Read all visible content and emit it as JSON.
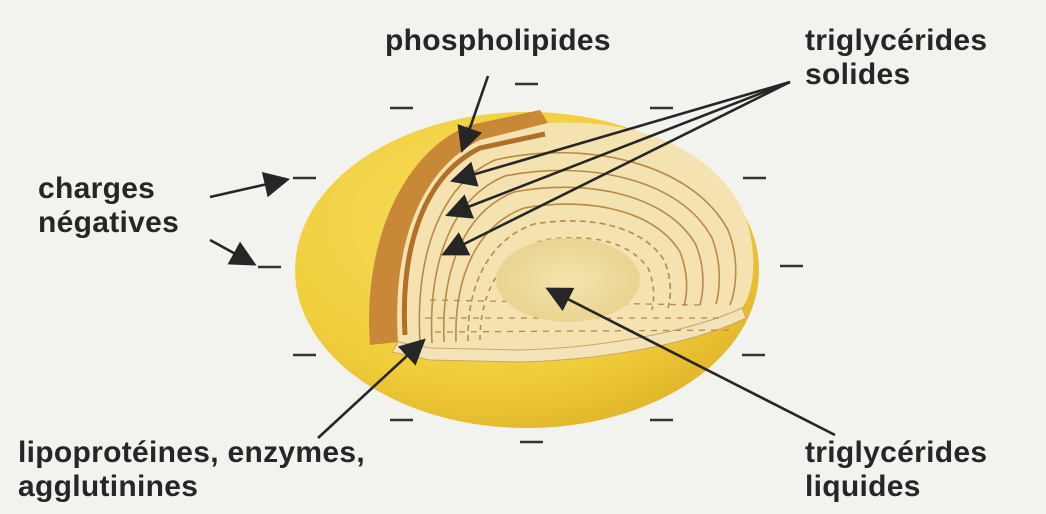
{
  "labels": {
    "phospholipides": "phospholipides",
    "triglycerides_solides": [
      "triglycérides",
      "solides"
    ],
    "charges_negatives": [
      "charges",
      "négatives"
    ],
    "lipoproteines": [
      "lipoprotéines, enzymes,",
      "agglutinines"
    ],
    "triglycerides_liquides": [
      "triglycérides",
      "liquides"
    ]
  },
  "charge_symbol": "—",
  "colors": {
    "background": "#f2f2ee",
    "outer_sphere": "#f0cd3a",
    "shell_band": "#c98738",
    "layers": "#f4e3b0",
    "layer_lines": "#b88a48",
    "core": "#efdc9c",
    "text": "#262626"
  }
}
